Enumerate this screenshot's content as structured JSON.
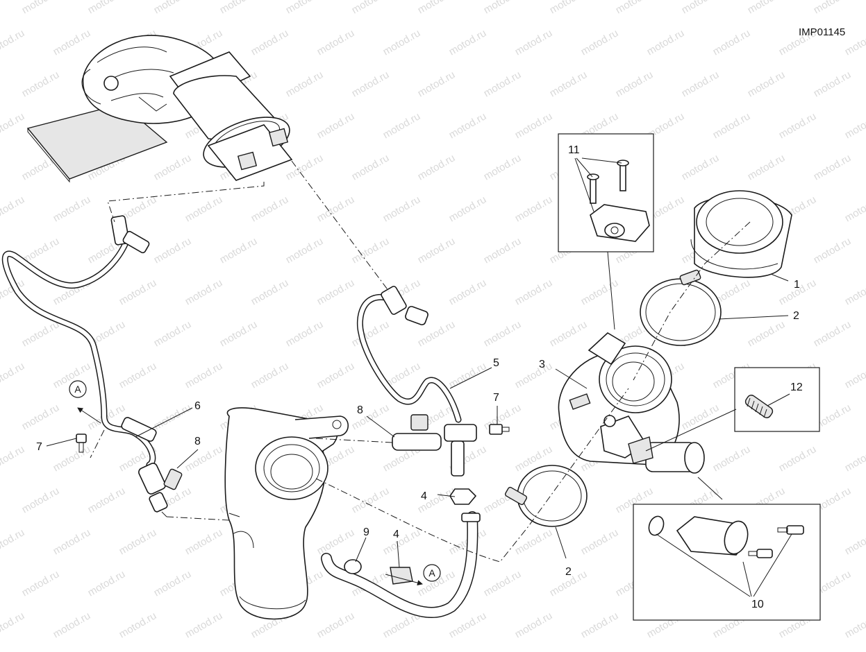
{
  "diagram": {
    "code": "IMP01145",
    "watermark": "motod.ru",
    "callouts": [
      {
        "id": "callout-1",
        "label": "1"
      },
      {
        "id": "callout-2-top",
        "label": "2"
      },
      {
        "id": "callout-2-bottom",
        "label": "2"
      },
      {
        "id": "callout-3",
        "label": "3"
      },
      {
        "id": "callout-4-upper",
        "label": "4"
      },
      {
        "id": "callout-4-lower",
        "label": "4"
      },
      {
        "id": "callout-5",
        "label": "5"
      },
      {
        "id": "callout-6",
        "label": "6"
      },
      {
        "id": "callout-7-left",
        "label": "7"
      },
      {
        "id": "callout-7-right",
        "label": "7"
      },
      {
        "id": "callout-8-left",
        "label": "8"
      },
      {
        "id": "callout-8-right",
        "label": "8"
      },
      {
        "id": "callout-9",
        "label": "9"
      },
      {
        "id": "callout-10",
        "label": "10"
      },
      {
        "id": "callout-11",
        "label": "11"
      },
      {
        "id": "callout-12",
        "label": "12"
      }
    ],
    "references": [
      {
        "id": "ref-a-left",
        "label": "A"
      },
      {
        "id": "ref-a-bottom",
        "label": "A"
      }
    ]
  }
}
